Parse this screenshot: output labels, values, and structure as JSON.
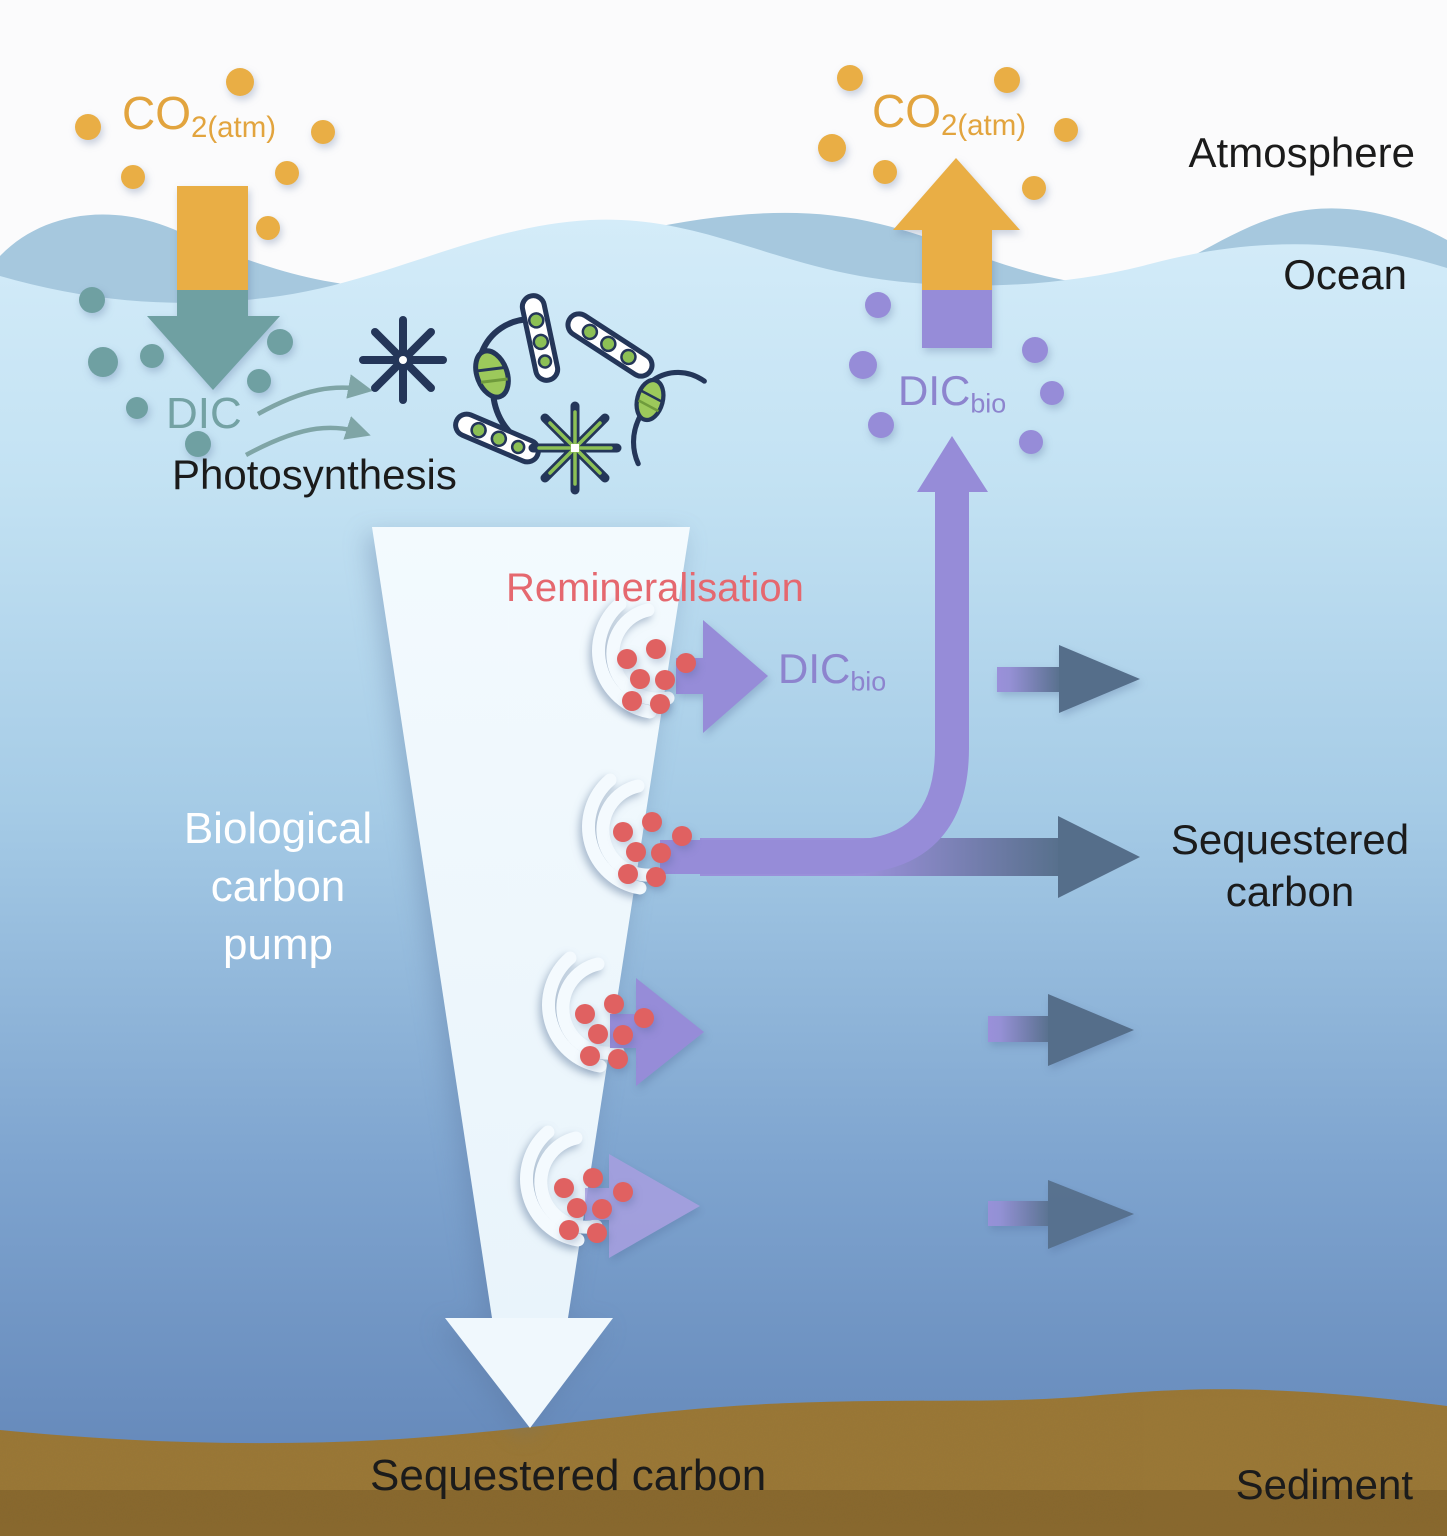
{
  "palette": {
    "yellow": "#E9AE45",
    "teal": "#6FA0A2",
    "teal_text": "#74A2A4",
    "purple": "#968CD8",
    "purple_light": "#A89FE0",
    "purple_text": "#8D84CE",
    "red": "#E06161",
    "slate": "#556E8A",
    "salmon_text": "#E5686F",
    "funnel_white": "#F0F8FD",
    "sediment_brown": "#9C7836",
    "wave_blue": "#A6C8DE",
    "ocean_light": "#D2EBF9",
    "ocean_deep": "#5C7FB3",
    "ink": "#1B1B1B"
  },
  "labels": {
    "co2_left": {
      "main": "CO",
      "sub": "2(atm)"
    },
    "co2_right": {
      "main": "CO",
      "sub": "2(atm)"
    },
    "atmosphere": "Atmosphere",
    "ocean": "Ocean",
    "sediment": "Sediment",
    "dic": "DIC",
    "photosynthesis": "Photosynthesis",
    "dic_bio_surface": {
      "main": "DIC",
      "sub": "bio"
    },
    "dic_bio_mid": {
      "main": "DIC",
      "sub": "bio"
    },
    "remineralisation": "Remineralisation",
    "pump_line1": "Biological",
    "pump_line2": "carbon",
    "pump_line3": "pump",
    "sequestered_right_line1": "Sequestered",
    "sequestered_right_line2": "carbon",
    "sequestered_bottom": "Sequestered carbon"
  }
}
